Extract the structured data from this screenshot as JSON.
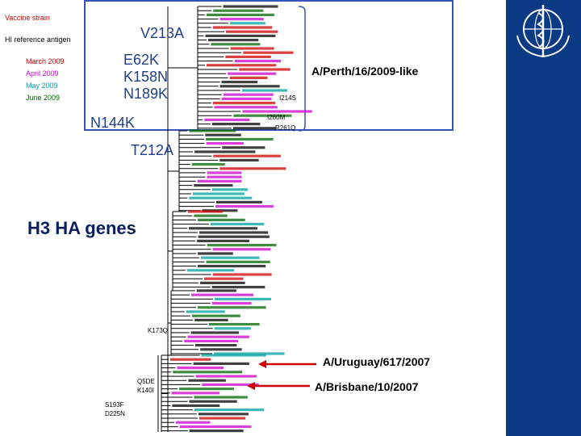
{
  "legend": {
    "vaccine_strain": "Vaccine strain",
    "hi_reference": "HI reference antigen",
    "months": [
      "March 2009",
      "April 2009",
      "May 2009",
      "June 2009"
    ]
  },
  "mutations": {
    "v213a": "V213A",
    "e62k": "E62K",
    "k158n": "K158N",
    "n189k": "N189K",
    "n144k": "N144K",
    "t212a": "T212A",
    "k173q": "K173Q",
    "q5de": "Q5DE",
    "k140i": "K140I",
    "s193f": "S193F",
    "d225n": "D225N",
    "r261q": "R261Q",
    "i214s": "I214S",
    "i260m": "I260M"
  },
  "title": "H3 HA genes",
  "callouts": {
    "perth": "A/Perth/16/2009-like",
    "uruguay": "A/Uruguay/617/2007",
    "brisbane": "A/Brisbane/10/2007"
  },
  "colors": {
    "vaccine": "#cc0000",
    "reference": "#000000",
    "march": "#cc0000",
    "april": "#cc00cc",
    "may": "#00a0a0",
    "june": "#006600",
    "box": "#3355bb",
    "arrow": "#cc0000",
    "logo_band": "#0b3a85"
  },
  "logo": "WHO emblem"
}
